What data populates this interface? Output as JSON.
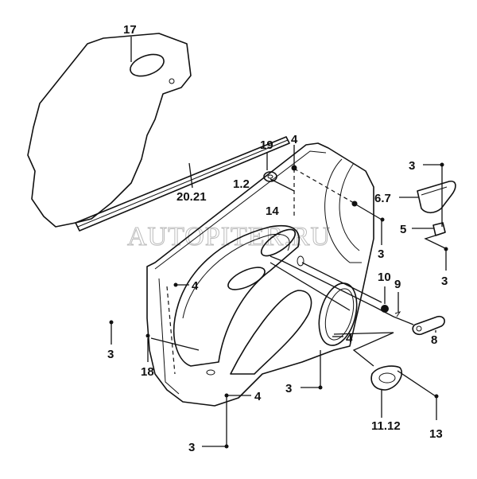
{
  "watermark": "AUTOPITER.RU",
  "labels": {
    "p17": "17",
    "p20_21": "20.21",
    "p19": "19",
    "p4_top": "4",
    "p1_2": "1.2",
    "p14": "14",
    "p3_a": "3",
    "p6_7": "6.7",
    "p5": "5",
    "p3_b": "3",
    "p3_c": "3",
    "p10": "10",
    "p9": "9",
    "p4_mid": "4",
    "p4_left": "4",
    "p3_left": "3",
    "p18": "18",
    "p8": "8",
    "p3_bot": "3",
    "p4_bot": "4",
    "p11_12": "11.12",
    "p13": "13",
    "p3_low": "3"
  }
}
